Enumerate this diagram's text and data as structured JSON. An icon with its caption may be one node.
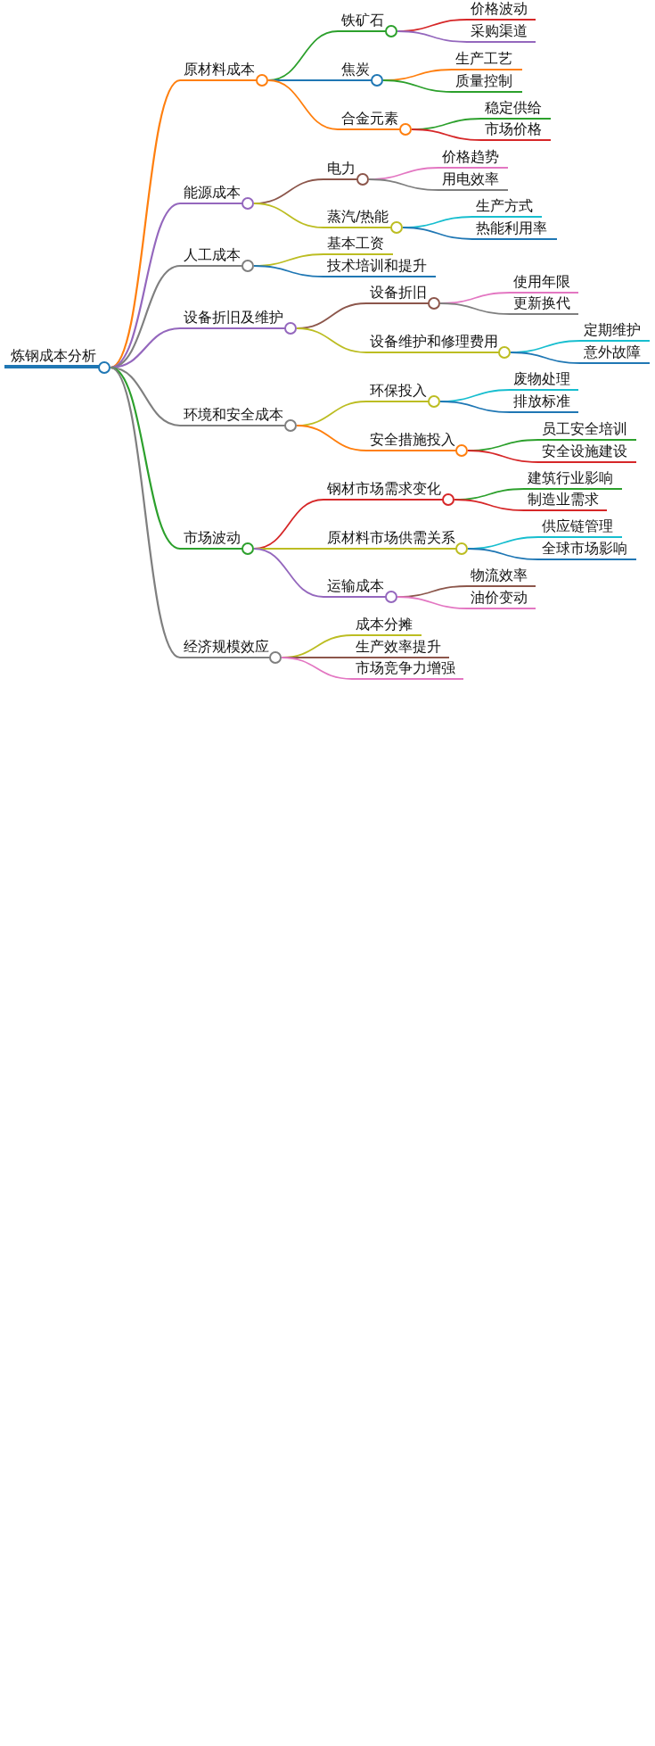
{
  "diagram": {
    "nodes": [
      {
        "text": [
          "炼钢成本分析"
        ]
      },
      {
        "text": [
          "原材料成本"
        ]
      },
      {
        "text": [
          "铁矿石"
        ]
      },
      {
        "text": [
          "价格波动"
        ]
      },
      {
        "text": [
          "采购渠道"
        ]
      },
      {
        "text": [
          "焦炭"
        ]
      },
      {
        "text": [
          "生产工艺"
        ]
      },
      {
        "text": [
          "质量控制"
        ]
      },
      {
        "text": [
          "合金元素"
        ]
      },
      {
        "text": [
          "稳定供给"
        ]
      },
      {
        "text": [
          "市场价格"
        ]
      },
      {
        "text": [
          "能源成本"
        ]
      },
      {
        "text": [
          "电力"
        ]
      },
      {
        "text": [
          "价格趋势"
        ]
      },
      {
        "text": [
          "用电效率"
        ]
      },
      {
        "text": [
          "蒸汽/热能"
        ]
      },
      {
        "text": [
          "生产方式"
        ]
      },
      {
        "text": [
          "热能利用率"
        ]
      },
      {
        "text": [
          "人工成本"
        ]
      },
      {
        "text": [
          "基本工资"
        ]
      },
      {
        "text": [
          "技术培训和提升"
        ]
      },
      {
        "text": [
          "设备折旧及维护"
        ]
      },
      {
        "text": [
          "设备折旧"
        ]
      },
      {
        "text": [
          "使用年限"
        ]
      },
      {
        "text": [
          "更新换代"
        ]
      },
      {
        "text": [
          "设备维护和修理费用"
        ]
      },
      {
        "text": [
          "定期维护"
        ]
      },
      {
        "text": [
          "意外故障"
        ]
      },
      {
        "text": [
          "环境和安全成本"
        ]
      },
      {
        "text": [
          "环保投入"
        ]
      },
      {
        "text": [
          "废物处理"
        ]
      },
      {
        "text": [
          "排放标准"
        ]
      },
      {
        "text": [
          "安全措施投入"
        ]
      },
      {
        "text": [
          "员工安全培训"
        ]
      },
      {
        "text": [
          "安全设施建设"
        ]
      },
      {
        "text": [
          "市场波动"
        ]
      },
      {
        "text": [
          "钢材市场需求变化"
        ]
      },
      {
        "text": [
          "建筑行业影响"
        ]
      },
      {
        "text": [
          "制造业需求"
        ]
      },
      {
        "text": [
          "原材料市场供需关系"
        ]
      },
      {
        "text": [
          "供应链管理"
        ]
      },
      {
        "text": [
          "全球市场影响"
        ]
      },
      {
        "text": [
          "运输成本"
        ]
      },
      {
        "text": [
          "物流效率"
        ]
      },
      {
        "text": [
          "油价变动"
        ]
      },
      {
        "text": [
          "经济规模效应"
        ]
      },
      {
        "text": [
          "成本分摊"
        ]
      },
      {
        "text": [
          "生产效率提升"
        ]
      },
      {
        "text": [
          "市场竞争力增强"
        ]
      }
    ],
    "edges": [
      {
        "from": 0,
        "to": 1,
        "arrow": "none",
        "color": "#ff7f0e"
      },
      {
        "from": 1,
        "to": 2,
        "arrow": "none",
        "color": "#2ca02c"
      },
      {
        "from": 2,
        "to": 3,
        "arrow": "none",
        "color": "#d62728"
      },
      {
        "from": 2,
        "to": 4,
        "arrow": "none",
        "color": "#9467bd"
      },
      {
        "from": 1,
        "to": 5,
        "arrow": "none",
        "color": "#1f77b4"
      },
      {
        "from": 5,
        "to": 6,
        "arrow": "none",
        "color": "#ff7f0e"
      },
      {
        "from": 5,
        "to": 7,
        "arrow": "none",
        "color": "#2ca02c"
      },
      {
        "from": 1,
        "to": 8,
        "arrow": "none",
        "color": "#ff7f0e"
      },
      {
        "from": 8,
        "to": 9,
        "arrow": "none",
        "color": "#2ca02c"
      },
      {
        "from": 8,
        "to": 10,
        "arrow": "none",
        "color": "#d62728"
      },
      {
        "from": 0,
        "to": 11,
        "arrow": "none",
        "color": "#9467bd"
      },
      {
        "from": 11,
        "to": 12,
        "arrow": "none",
        "color": "#8c564b"
      },
      {
        "from": 12,
        "to": 13,
        "arrow": "none",
        "color": "#e377c2"
      },
      {
        "from": 12,
        "to": 14,
        "arrow": "none",
        "color": "#7f7f7f"
      },
      {
        "from": 11,
        "to": 15,
        "arrow": "none",
        "color": "#bcbd22"
      },
      {
        "from": 15,
        "to": 16,
        "arrow": "none",
        "color": "#17becf"
      },
      {
        "from": 15,
        "to": 17,
        "arrow": "none",
        "color": "#1f77b4"
      },
      {
        "from": 0,
        "to": 18,
        "arrow": "none",
        "color": "#7f7f7f"
      },
      {
        "from": 18,
        "to": 19,
        "arrow": "none",
        "color": "#bcbd22"
      },
      {
        "from": 18,
        "to": 20,
        "arrow": "none",
        "color": "#1f77b4"
      },
      {
        "from": 0,
        "to": 21,
        "arrow": "none",
        "color": "#9467bd"
      },
      {
        "from": 21,
        "to": 22,
        "arrow": "none",
        "color": "#8c564b"
      },
      {
        "from": 22,
        "to": 23,
        "arrow": "none",
        "color": "#e377c2"
      },
      {
        "from": 22,
        "to": 24,
        "arrow": "none",
        "color": "#7f7f7f"
      },
      {
        "from": 21,
        "to": 25,
        "arrow": "none",
        "color": "#bcbd22"
      },
      {
        "from": 25,
        "to": 26,
        "arrow": "none",
        "color": "#17becf"
      },
      {
        "from": 25,
        "to": 27,
        "arrow": "none",
        "color": "#1f77b4"
      },
      {
        "from": 0,
        "to": 28,
        "arrow": "none",
        "color": "#7f7f7f"
      },
      {
        "from": 28,
        "to": 29,
        "arrow": "none",
        "color": "#bcbd22"
      },
      {
        "from": 29,
        "to": 30,
        "arrow": "none",
        "color": "#17becf"
      },
      {
        "from": 29,
        "to": 31,
        "arrow": "none",
        "color": "#1f77b4"
      },
      {
        "from": 28,
        "to": 32,
        "arrow": "none",
        "color": "#ff7f0e"
      },
      {
        "from": 32,
        "to": 33,
        "arrow": "none",
        "color": "#2ca02c"
      },
      {
        "from": 32,
        "to": 34,
        "arrow": "none",
        "color": "#d62728"
      },
      {
        "from": 0,
        "to": 35,
        "arrow": "none",
        "color": "#2ca02c"
      },
      {
        "from": 35,
        "to": 36,
        "arrow": "none",
        "color": "#d62728"
      },
      {
        "from": 36,
        "to": 37,
        "arrow": "none",
        "color": "#2ca02c"
      },
      {
        "from": 36,
        "to": 38,
        "arrow": "none",
        "color": "#d62728"
      },
      {
        "from": 35,
        "to": 39,
        "arrow": "none",
        "color": "#bcbd22"
      },
      {
        "from": 39,
        "to": 40,
        "arrow": "none",
        "color": "#17becf"
      },
      {
        "from": 39,
        "to": 41,
        "arrow": "none",
        "color": "#1f77b4"
      },
      {
        "from": 35,
        "to": 42,
        "arrow": "none",
        "color": "#9467bd"
      },
      {
        "from": 42,
        "to": 43,
        "arrow": "none",
        "color": "#8c564b"
      },
      {
        "from": 42,
        "to": 44,
        "arrow": "none",
        "color": "#e377c2"
      },
      {
        "from": 0,
        "to": 45,
        "arrow": "none",
        "color": "#7f7f7f"
      },
      {
        "from": 45,
        "to": 46,
        "arrow": "none",
        "color": "#bcbd22"
      },
      {
        "from": 45,
        "to": 47,
        "arrow": "none",
        "color": "#8c564b"
      },
      {
        "from": 45,
        "to": 48,
        "arrow": "none",
        "color": "#e377c2"
      }
    ]
  }
}
